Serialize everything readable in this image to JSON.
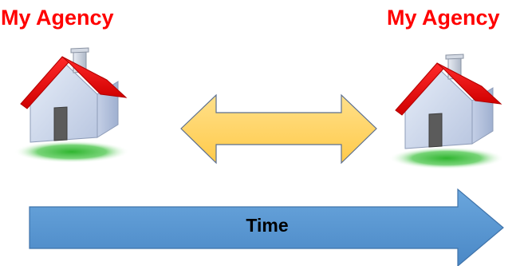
{
  "labels": {
    "left": "My Agency",
    "right": "My Agency",
    "time": "Time"
  },
  "colors": {
    "label_text": "#ff0000",
    "roof": "#ff0000",
    "house_wall": "#cdd8ee",
    "time_arrow_fill": "#5b9bd5",
    "exchange_arrow_fill": "#ffd66b"
  },
  "icons": {
    "left_house": "house-icon",
    "right_house": "house-icon",
    "exchange": "double-arrow-icon",
    "time": "right-arrow-icon"
  }
}
